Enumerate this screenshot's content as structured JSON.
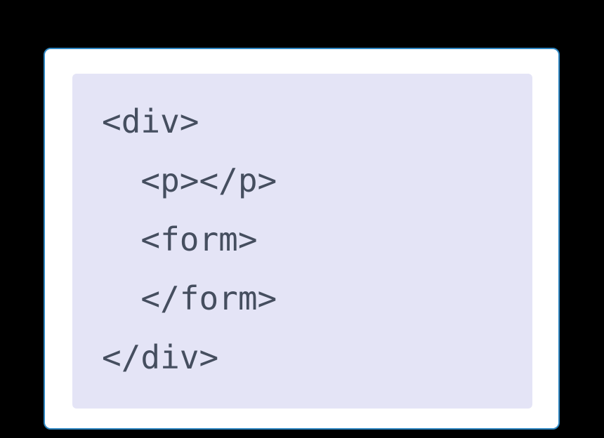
{
  "colors": {
    "page_background": "#000000",
    "card_background": "#ffffff",
    "card_border": "#2e86c1",
    "code_background": "#e4e4f6",
    "code_text": "#454e5f"
  },
  "code": {
    "language": "html",
    "lines": [
      {
        "text": "<div>"
      },
      {
        "text": "  <p></p>"
      },
      {
        "text": "  <form>"
      },
      {
        "text": "  </form>"
      },
      {
        "text": "</div>"
      }
    ]
  }
}
